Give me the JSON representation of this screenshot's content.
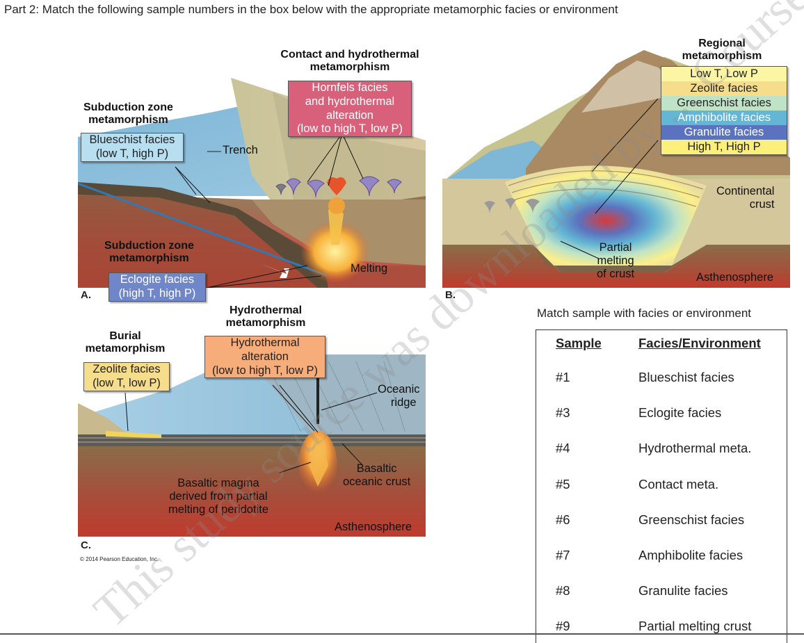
{
  "heading": "Part 2:  Match the following sample numbers in the box below with the appropriate metamorphic facies or environment",
  "panel_a": {
    "letter": "A.",
    "title_subduction_top": [
      "Subduction zone",
      "metamorphism"
    ],
    "blueschist_box": [
      "Blueschist facies",
      "(low T, high P)"
    ],
    "trench": "Trench",
    "contact_title": [
      "Contact and hydrothermal",
      "metamorphism"
    ],
    "hornfels_box": [
      "Hornfels facies",
      "and hydrothermal",
      "alteration",
      "(low to high T, low P)"
    ],
    "title_subduction_bottom": [
      "Subduction zone",
      "metamorphism"
    ],
    "eclogite_box": [
      "Eclogite facies",
      "(high T, high P)"
    ],
    "melting": "Melting"
  },
  "panel_b": {
    "letter": "B.",
    "title": [
      "Regional",
      "metamorphism"
    ],
    "legend": [
      "Low T, Low P",
      "Zeolite facies",
      "Greenschist facies",
      "Amphibolite facies",
      "Granulite facies",
      "High T, High P"
    ],
    "continental_crust": [
      "Continental",
      "crust"
    ],
    "partial_melting": [
      "Partial",
      "melting",
      "of crust"
    ],
    "asthenosphere": "Asthenosphere"
  },
  "panel_c": {
    "letter": "C.",
    "burial_title": [
      "Burial",
      "metamorphism"
    ],
    "zeolite_box": [
      "Zeolite facies",
      "(low T, low P)"
    ],
    "hydro_title": [
      "Hydrothermal",
      "metamorphism"
    ],
    "hydro_box": [
      "Hydrothermal",
      "alteration",
      "(low to high T, low P)"
    ],
    "oceanic_ridge": [
      "Oceanic",
      "ridge"
    ],
    "basaltic_crust": [
      "Basaltic",
      "oceanic crust"
    ],
    "basaltic_magma": [
      "Basaltic magma",
      "derived from partial",
      "melting of peridotite"
    ],
    "asthenosphere": "Asthenosphere"
  },
  "copyright": "© 2014 Pearson Education, Inc.",
  "match": {
    "caption": "Match sample with facies or environment",
    "col_sample": "Sample",
    "col_facies": "Facies/Environment",
    "rows": [
      {
        "sample": "#1",
        "facies": "Blueschist facies"
      },
      {
        "sample": "#3",
        "facies": "Eclogite facies"
      },
      {
        "sample": "#4",
        "facies": "Hydrothermal meta."
      },
      {
        "sample": "#5",
        "facies": "Contact meta."
      },
      {
        "sample": "#6",
        "facies": "Greenschist facies"
      },
      {
        "sample": "#7",
        "facies": "Amphibolite facies"
      },
      {
        "sample": "#8",
        "facies": "Granulite facies"
      },
      {
        "sample": "#9",
        "facies": "Partial melting crust"
      }
    ]
  },
  "watermark": "This study source was downloaded by ... CourseHero.com",
  "colors": {
    "blueschist": "#b7dff0",
    "eclogite": "#6f86c8",
    "hornfels": "#d9607a",
    "zeolite": "#f6dd8c",
    "hydrothermal": "#f7ad7a",
    "low_tp": "#fcf5a3",
    "greenschist": "#bfe3c6",
    "amphibolite": "#63b6d4",
    "granulite": "#5b73bf",
    "high_tp": "#fcf07a"
  }
}
